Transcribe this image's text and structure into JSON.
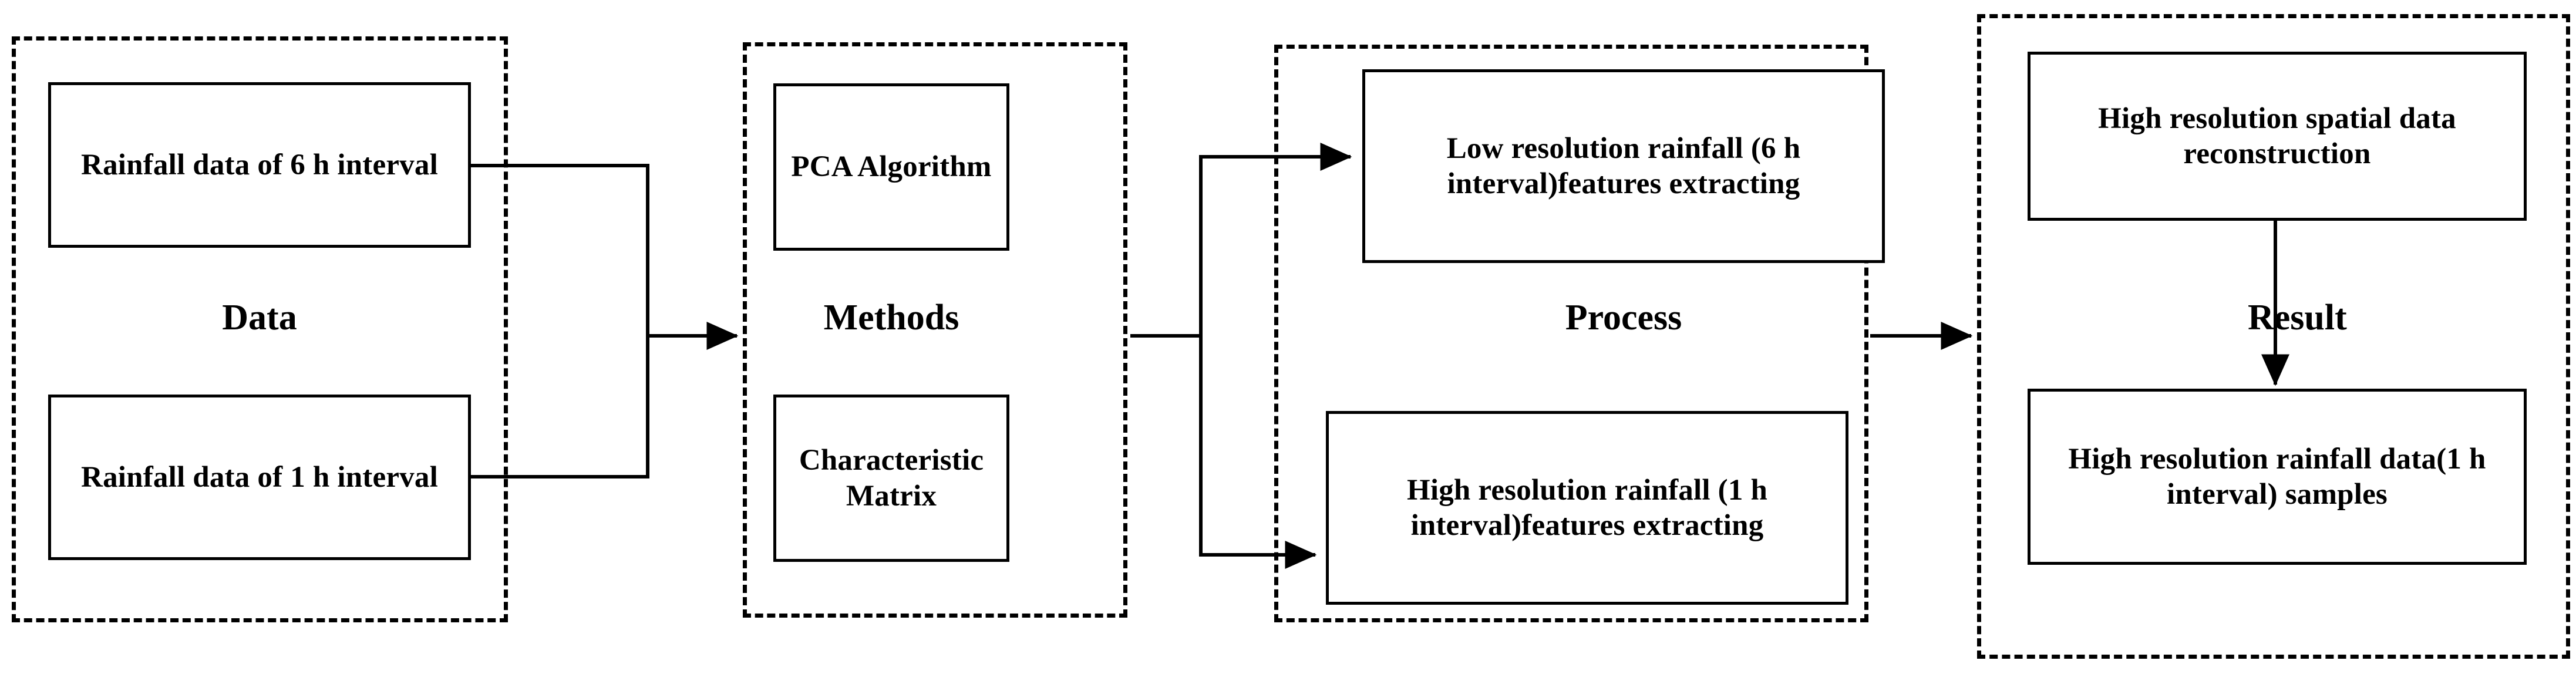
{
  "diagram": {
    "type": "flowchart",
    "title": "",
    "background": "#ffffff",
    "stroke_color": "#000000",
    "groups": [
      {
        "id": "data",
        "label": "Data",
        "border_style": "dashed",
        "nodes": [
          {
            "id": "rain6h",
            "label": "Rainfall data of 6 h interval"
          },
          {
            "id": "rain1h",
            "label": "Rainfall data of 1 h interval"
          }
        ]
      },
      {
        "id": "methods",
        "label": "Methods",
        "border_style": "dashed",
        "nodes": [
          {
            "id": "pca",
            "label": "PCA  Algorithm"
          },
          {
            "id": "charmatrix",
            "label": "Characteristic Matrix"
          }
        ]
      },
      {
        "id": "process",
        "label": "Process",
        "border_style": "dashed",
        "nodes": [
          {
            "id": "lowres",
            "label": "Low resolution rainfall (6 h interval)features extracting"
          },
          {
            "id": "highres",
            "label": "High resolution rainfall (1 h interval)features extracting"
          }
        ]
      },
      {
        "id": "result",
        "label": "Result",
        "border_style": "dashed",
        "nodes": [
          {
            "id": "recon",
            "label": "High resolution spatial data reconstruction"
          },
          {
            "id": "samples",
            "label": "High resolution rainfall data(1 h interval) samples"
          }
        ]
      }
    ],
    "connectors": [
      {
        "id": "data-to-methods",
        "from": "data",
        "to": "methods",
        "arrow": true
      },
      {
        "id": "methods-to-lowres",
        "from": "methods",
        "to": "lowres",
        "arrow": true
      },
      {
        "id": "methods-to-highres",
        "from": "methods",
        "to": "highres",
        "arrow": true
      },
      {
        "id": "process-to-result",
        "from": "process",
        "to": "result",
        "arrow": true
      },
      {
        "id": "recon-to-samples",
        "from": "recon",
        "to": "samples",
        "arrow": true
      }
    ]
  }
}
